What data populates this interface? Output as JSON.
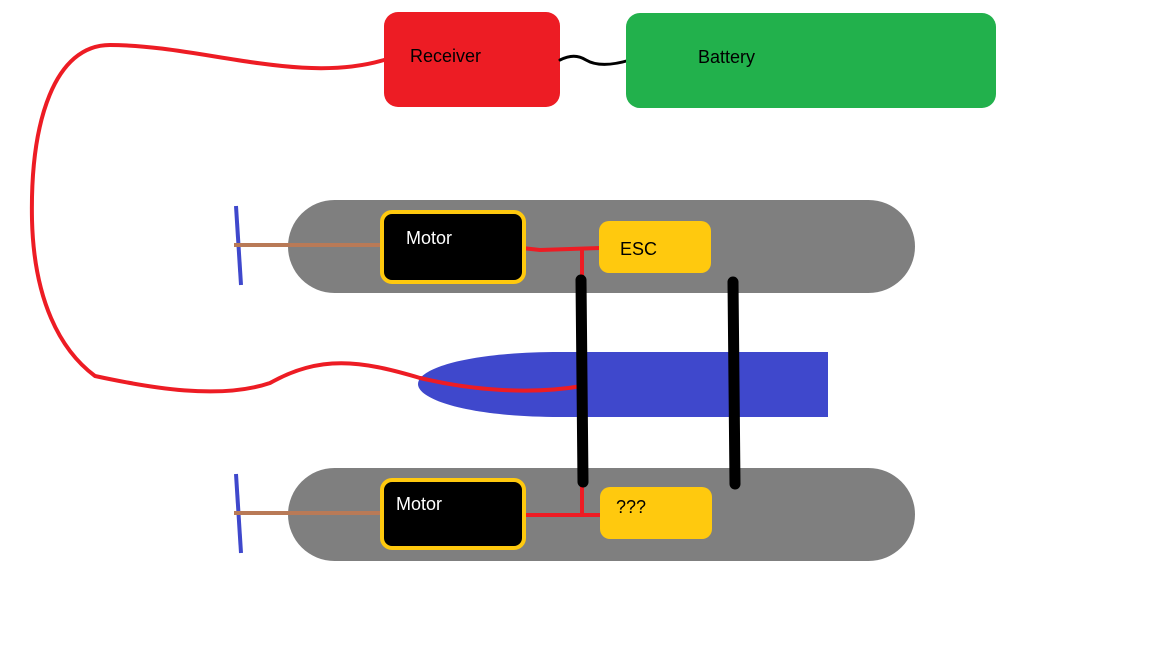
{
  "labels": {
    "receiver": "Receiver",
    "battery": "Battery",
    "motor_top": "Motor",
    "motor_bottom": "Motor",
    "esc_top": "ESC",
    "esc_bottom": "???"
  },
  "colors": {
    "receiver": "#ed1c24",
    "battery": "#22b14c",
    "hull": "#7f7f7f",
    "motor": "#000000",
    "motor_border": "#ffc90e",
    "esc": "#ffc90e",
    "wire_signal": "#ed1c24",
    "wire_power": "#000000",
    "shaft": "#b97a57",
    "propeller": "#3f48cc",
    "center_body": "#3f48cc",
    "strut": "#000000"
  }
}
